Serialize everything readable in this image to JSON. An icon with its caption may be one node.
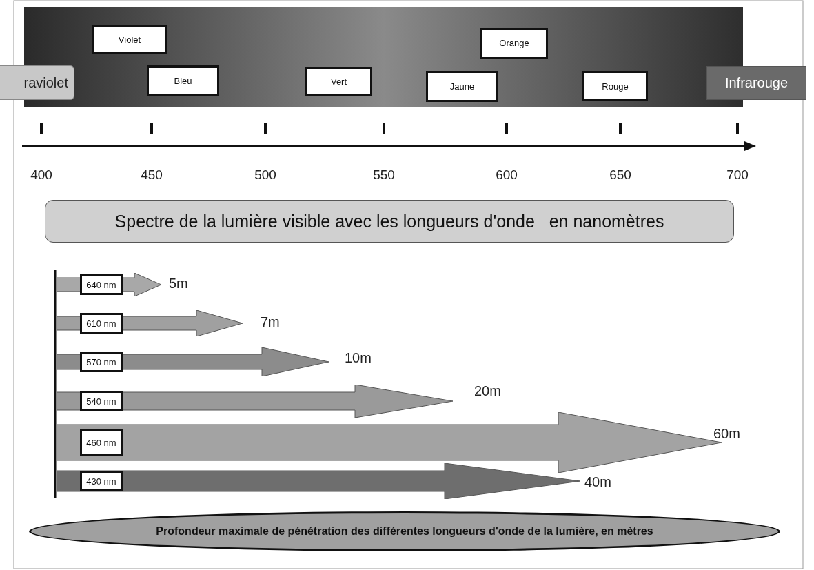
{
  "diagram": {
    "nodes": [
      {
        "text": [
          "Violet"
        ]
      },
      {
        "text": [
          "Orange"
        ]
      },
      {
        "text": [
          "raviolet"
        ]
      },
      {
        "text": [
          "Bleu"
        ]
      },
      {
        "text": [
          "Vert"
        ]
      },
      {
        "text": [
          "Jaune"
        ]
      },
      {
        "text": [
          "Rouge"
        ]
      },
      {
        "text": [
          "Infrarouge"
        ]
      },
      {
        "text": [
          "Spectre de la lumière visible avec les longueurs d'onde   en nanomètres"
        ]
      },
      {
        "text": [],
        "shape": "arrow",
        "beside": [
          "5m"
        ]
      },
      {
        "text": [
          "640 nm"
        ],
        "in": 9
      },
      {
        "text": [],
        "shape": "arrow",
        "beside": [
          "7m"
        ]
      },
      {
        "text": [
          "610 nm"
        ],
        "in": 11
      },
      {
        "text": [],
        "shape": "arrow",
        "beside": [
          "10m"
        ]
      },
      {
        "text": [
          "570 nm"
        ],
        "in": 13
      },
      {
        "text": [],
        "shape": "arrow",
        "beside": [
          "20m"
        ]
      },
      {
        "text": [
          "540 nm"
        ],
        "in": 15
      },
      {
        "text": [],
        "shape": "arrow",
        "beside": [
          "60m"
        ]
      },
      {
        "text": [
          "460 nm"
        ],
        "in": 17
      },
      {
        "text": [],
        "shape": "arrow",
        "beside": [
          "40m"
        ]
      },
      {
        "text": [
          "430 nm"
        ],
        "in": 19
      },
      {
        "text": [
          "Profondeur maximale de pénétration des différentes longueurs d'onde de la lumière, en mètres"
        ]
      }
    ],
    "labels": [
      "400",
      "450",
      "500",
      "550",
      "600",
      "650",
      "700"
    ]
  }
}
